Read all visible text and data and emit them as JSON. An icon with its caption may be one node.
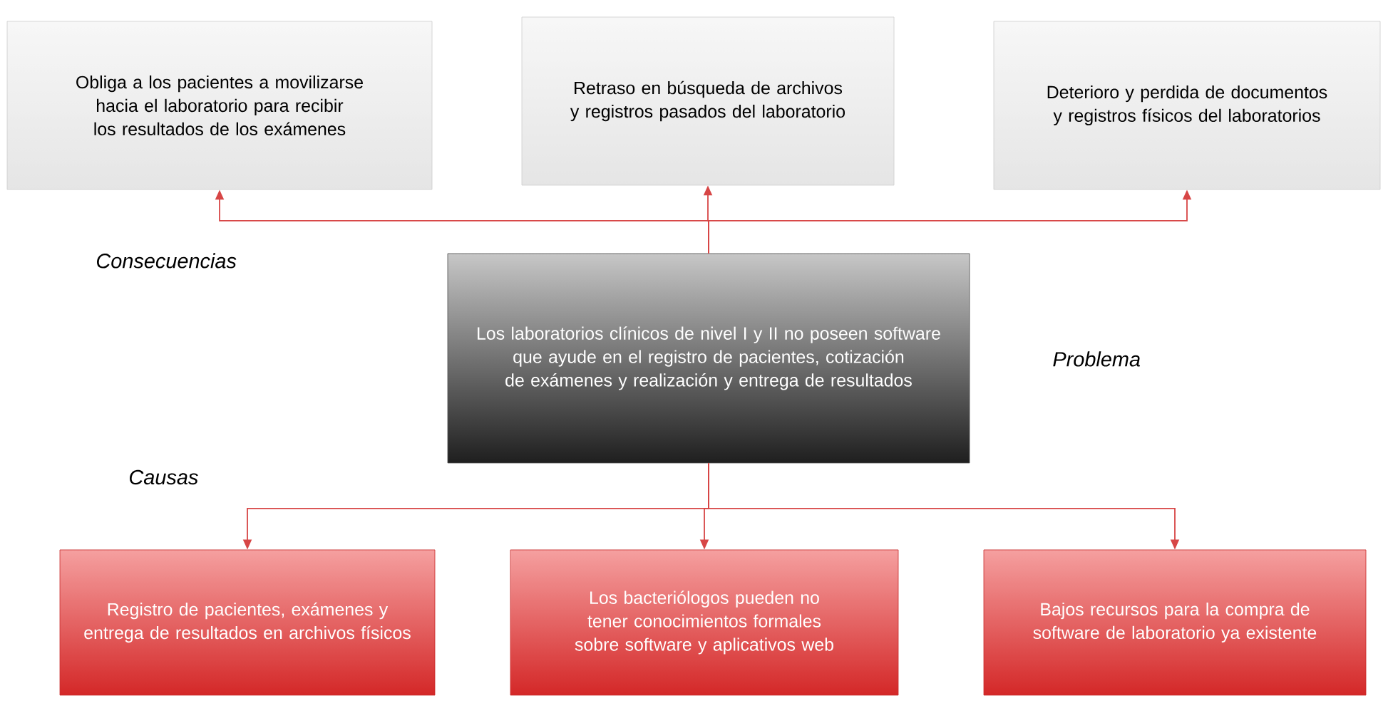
{
  "diagram": {
    "nodes": [
      {
        "text": [
          "Los laboratorios clínicos de nivel I y II no poseen software que ayude en el registro de pacientes, cotización de exámenes y realización y entrega de resultados"
        ]
      },
      {
        "text": [
          "Obliga a los pacientes a movilizarse hacia el laboratorio para recibir los resultados de los exámenes"
        ]
      },
      {
        "text": [
          "Retraso en búsqueda de archivos y registros pasados del laboratorio"
        ]
      },
      {
        "text": [
          "Deterioro y perdida de documentos y registros físicos del laboratorios"
        ]
      },
      {
        "text": [
          "Registro de pacientes, exámenes y entrega de resultados en archivos físicos"
        ]
      },
      {
        "text": [
          "Los bacteriólogos pueden no tener conocimientos formales sobre software y aplicativos web"
        ]
      },
      {
        "text": [
          "Bajos recursos para la compra de software de laboratorio ya existente"
        ]
      }
    ],
    "edges": [
      {
        "from": 0,
        "to": 1,
        "arrow": "to"
      },
      {
        "from": 0,
        "to": 2,
        "arrow": "to"
      },
      {
        "from": 0,
        "to": 3,
        "arrow": "to"
      },
      {
        "from": 0,
        "to": 4,
        "arrow": "to"
      },
      {
        "from": 0,
        "to": 5,
        "arrow": "to"
      },
      {
        "from": 0,
        "to": 6,
        "arrow": "to"
      }
    ],
    "labels": [
      "Consecuencias",
      "Problema",
      "Causas"
    ]
  }
}
